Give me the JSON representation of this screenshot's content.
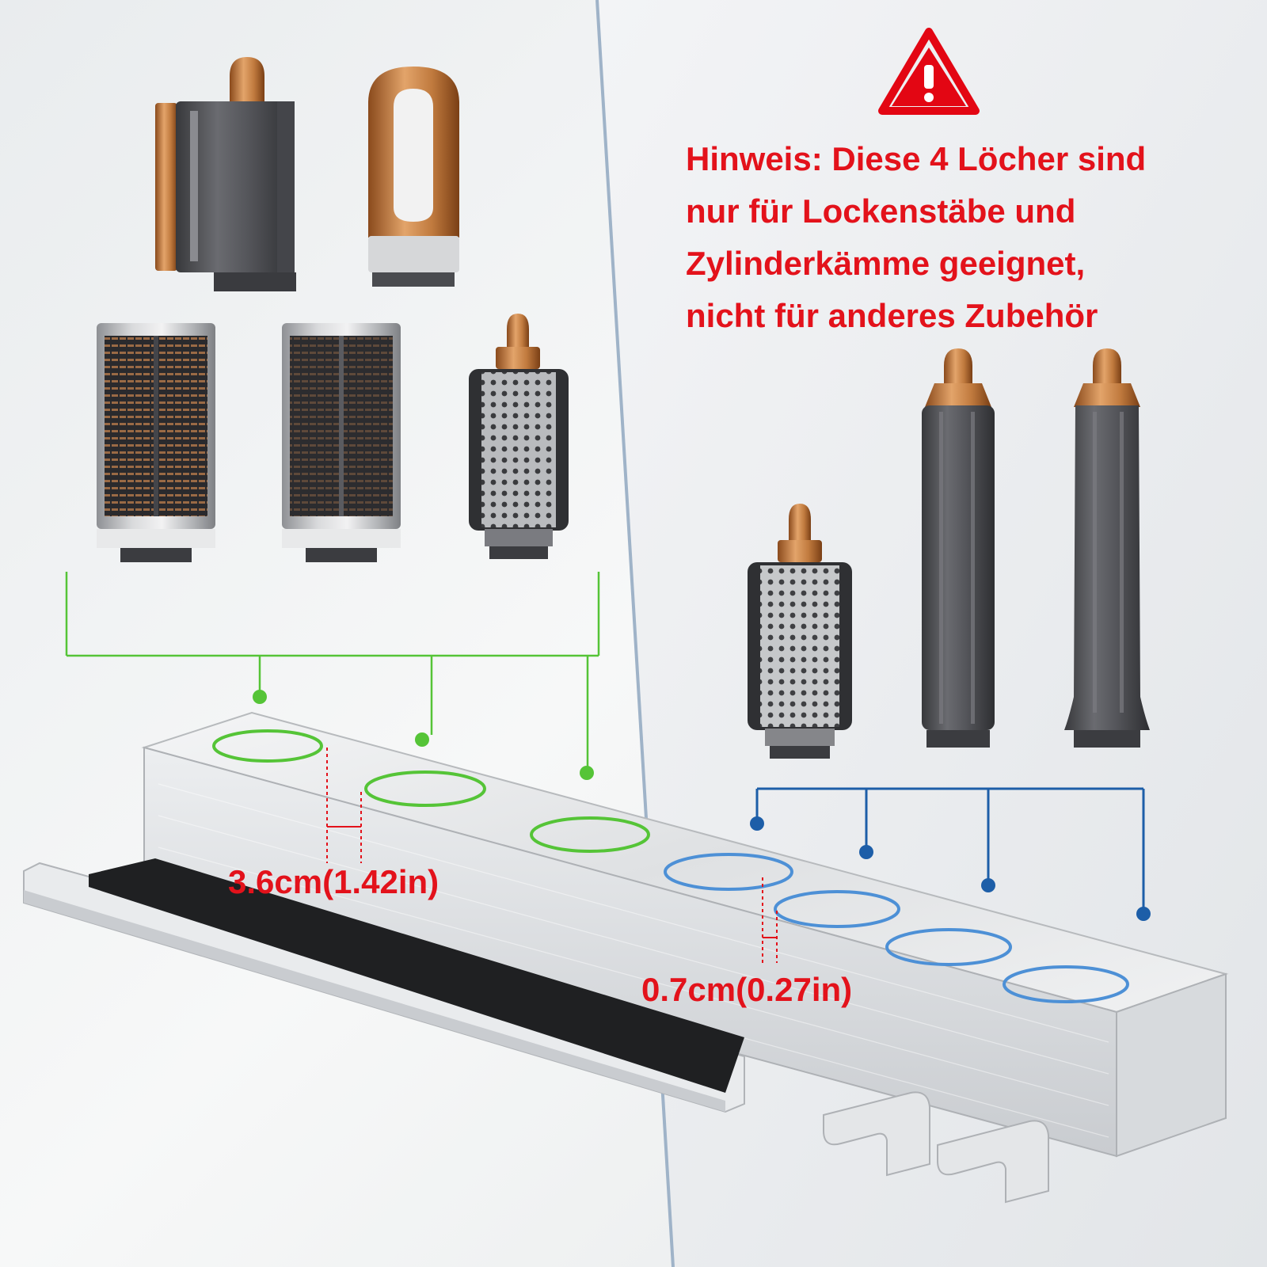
{
  "notice": {
    "lines": [
      "Hinweis: Diese 4 Löcher sind",
      "nur für Lockenstäbe und",
      "Zylinderkämme geeignet,",
      "nicht für anderes Zubehör"
    ]
  },
  "dimensions": {
    "hole_spacing": "3.6cm(1.42in)",
    "gap": "0.7cm(0.27in)"
  },
  "colors": {
    "notice_red": "#e3121b",
    "warning_red": "#e30613",
    "bracket_green": "#55c437",
    "bracket_blue": "#1d5ea8",
    "copper": "#c07a3e",
    "gunmetal": "#4e4f53"
  },
  "icons": {
    "warning": "warning-triangle-icon"
  }
}
